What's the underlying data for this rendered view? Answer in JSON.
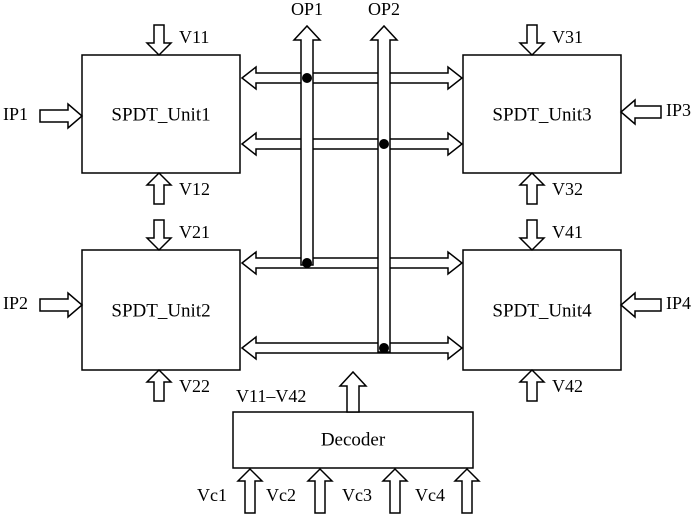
{
  "units": [
    {
      "id": "unit1",
      "label": "SPDT_Unit1",
      "input": "IP1",
      "ctrl_top": "V11",
      "ctrl_bottom": "V12"
    },
    {
      "id": "unit2",
      "label": "SPDT_Unit2",
      "input": "IP2",
      "ctrl_top": "V21",
      "ctrl_bottom": "V22"
    },
    {
      "id": "unit3",
      "label": "SPDT_Unit3",
      "input": "IP3",
      "ctrl_top": "V31",
      "ctrl_bottom": "V32"
    },
    {
      "id": "unit4",
      "label": "SPDT_Unit4",
      "input": "IP4",
      "ctrl_top": "V41",
      "ctrl_bottom": "V42"
    }
  ],
  "outputs": [
    "OP1",
    "OP2"
  ],
  "decoder": {
    "label": "Decoder",
    "output_label": "V11–V42",
    "inputs": [
      "Vc1",
      "Vc2",
      "Vc3",
      "Vc4"
    ]
  }
}
